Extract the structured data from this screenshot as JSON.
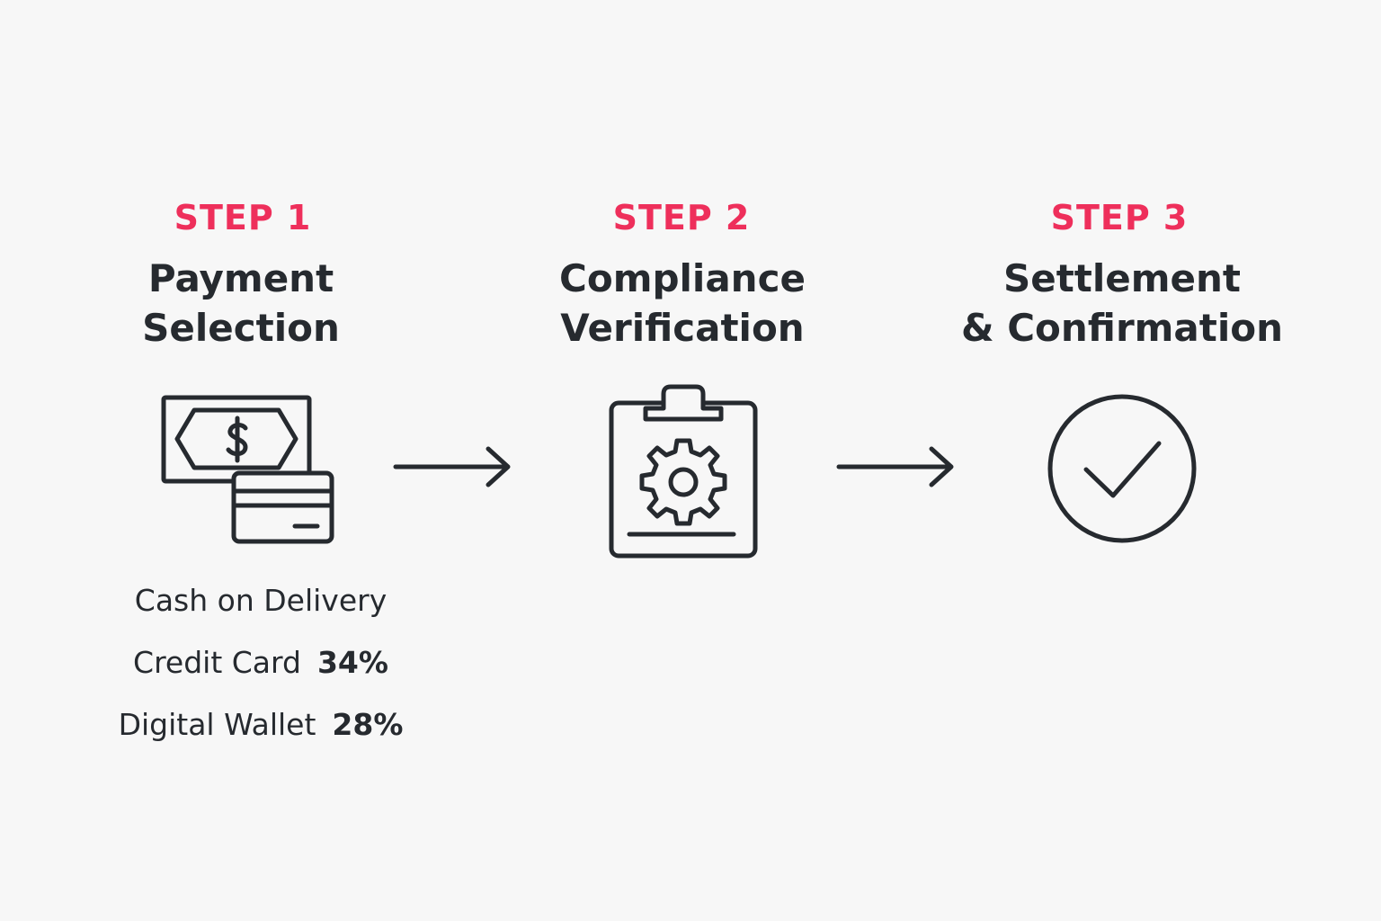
{
  "steps": [
    {
      "label": "STEP 1",
      "title_lines": [
        "Payment",
        "Selection"
      ],
      "icon": "cash-and-card-icon"
    },
    {
      "label": "STEP 2",
      "title_lines": [
        "Compliance",
        "Verification"
      ],
      "icon": "clipboard-gear-icon"
    },
    {
      "label": "STEP 3",
      "title_lines": [
        "Settlement",
        "& Confirmation"
      ],
      "icon": "check-circle-icon"
    }
  ],
  "payment_options": [
    {
      "name": "Cash on Delivery",
      "percent": ""
    },
    {
      "name": "Credit Card",
      "percent": "34%"
    },
    {
      "name": "Digital Wallet",
      "percent": "28%"
    }
  ],
  "colors": {
    "accent": "#ee2f5b",
    "text": "#262a2f",
    "background": "#f7f7f7"
  }
}
